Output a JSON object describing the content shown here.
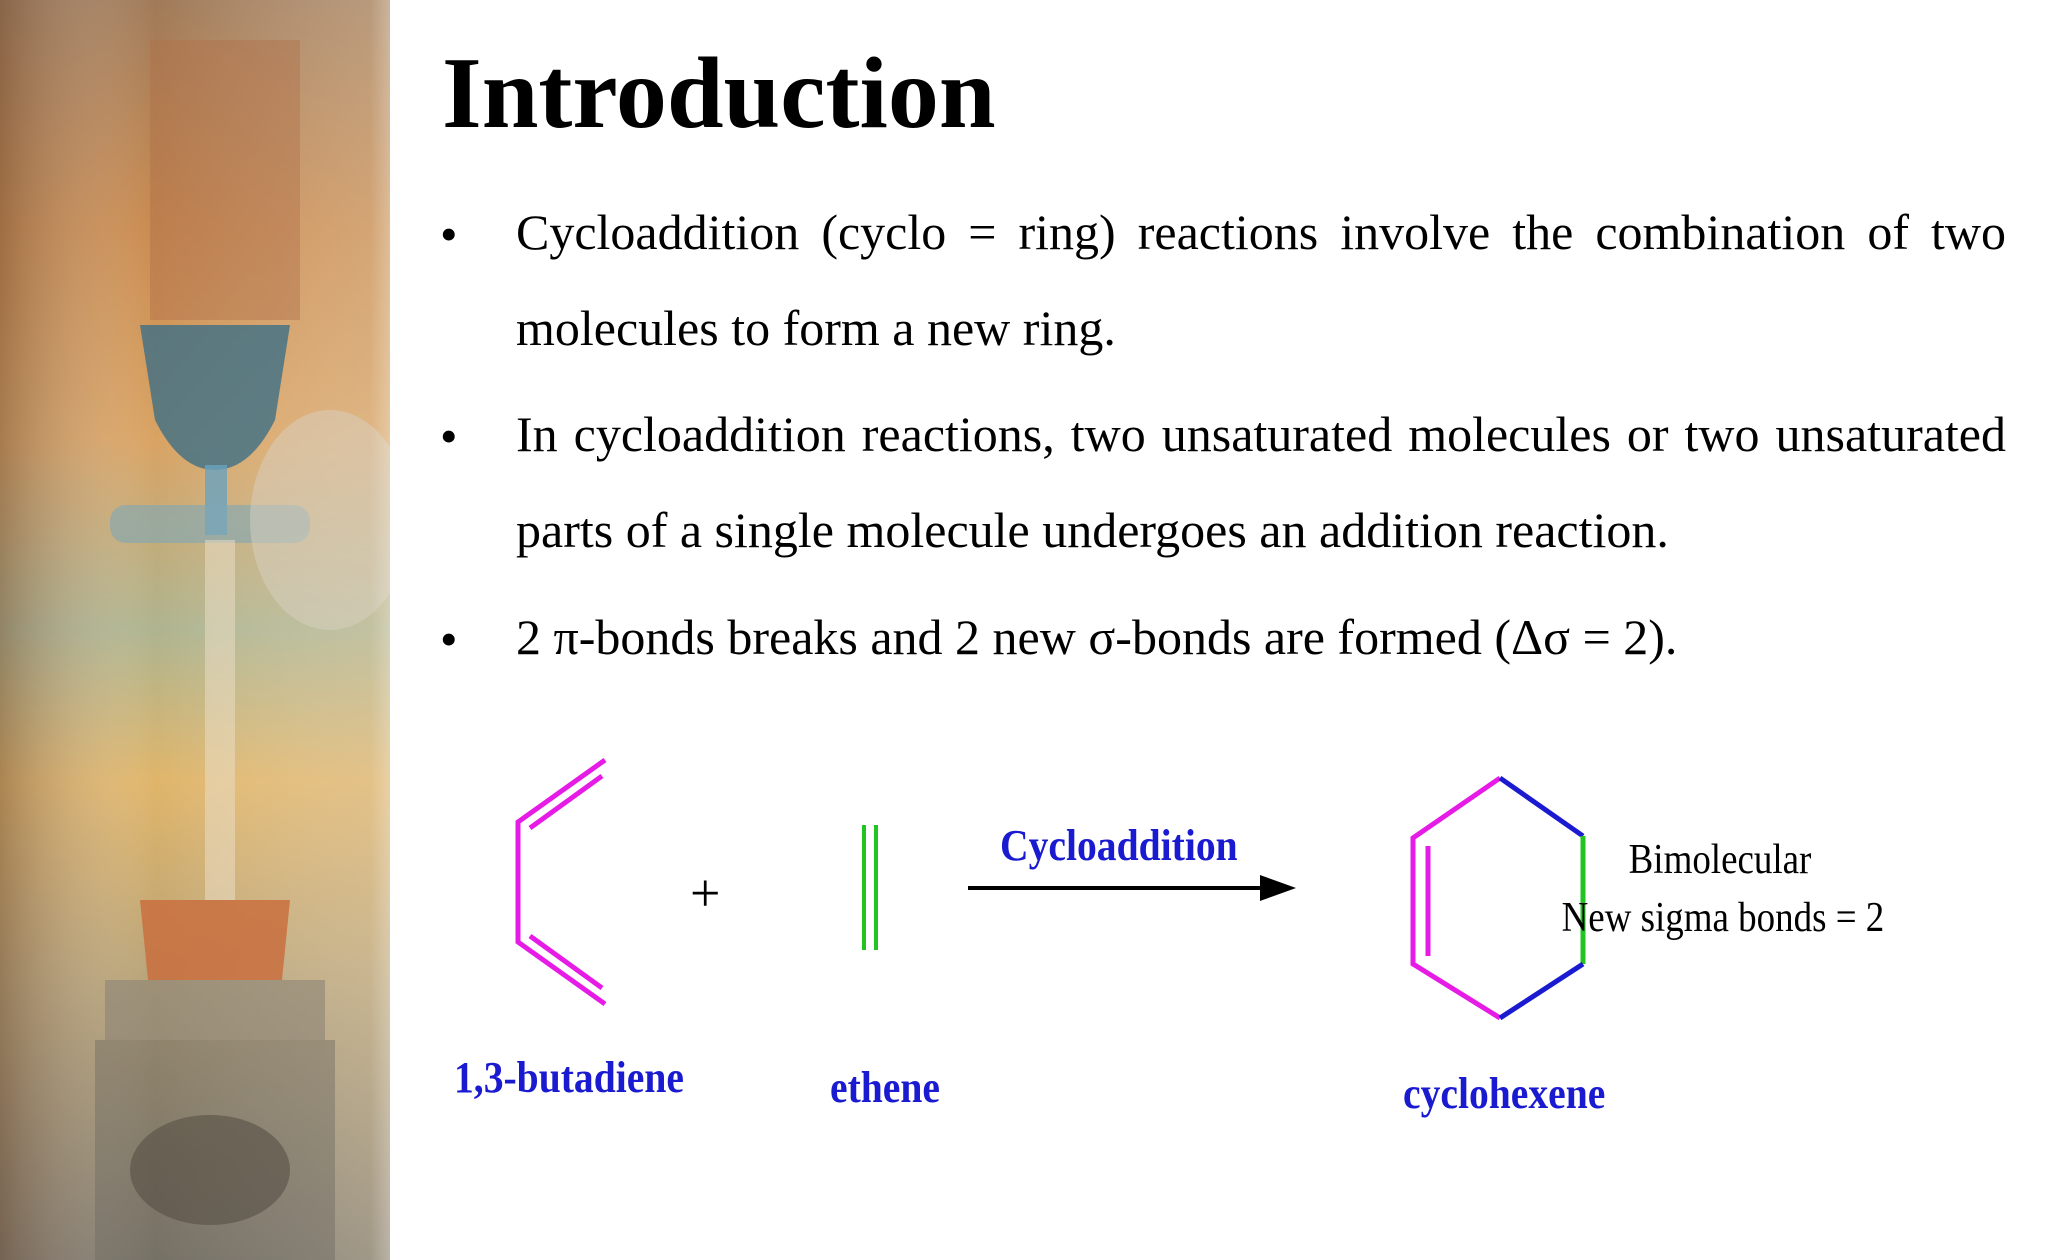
{
  "slide": {
    "title": "Introduction",
    "bullets": [
      {
        "marker": "•",
        "text": "Cycloaddition (cyclo = ring) reactions involve the combination of two molecules to form a new ring."
      },
      {
        "marker": "•",
        "text": "In cycloaddition reactions, two unsaturated molecules or two unsaturated parts of a single molecule undergoes an addition reaction."
      },
      {
        "marker": "•",
        "text": "2 π-bonds breaks and 2 new σ-bonds are formed (Δσ = 2)."
      }
    ]
  },
  "scheme": {
    "reactant1_label": "1,3-butadiene",
    "plus": "+",
    "reactant2_label": "ethene",
    "arrow_label": "Cycloaddition",
    "product_label": "cyclohexene",
    "note_line1": "Bimolecular",
    "note_line2": "New sigma bonds = 2",
    "colors": {
      "diene": "#e61be6",
      "ethene": "#22c422",
      "new_bond_blue": "#1a1ad0",
      "label": "#1a1ad0"
    }
  }
}
